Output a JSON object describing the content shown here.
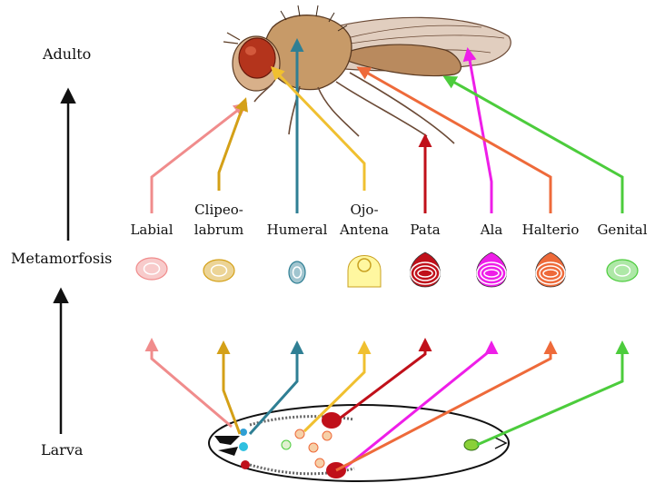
{
  "stages": {
    "adult": "Adulto",
    "metamorphosis": "Metamorfosis",
    "larva": "Larva"
  },
  "discs": [
    {
      "id": "labial",
      "label_lines": [
        "Labial"
      ],
      "color": "#f08c8c"
    },
    {
      "id": "clipeolabrum",
      "label_lines": [
        "Clipeo-",
        "labrum"
      ],
      "color": "#d4a017"
    },
    {
      "id": "humeral",
      "label_lines": [
        "Humeral"
      ],
      "color": "#2f7f94"
    },
    {
      "id": "ojoantena",
      "label_lines": [
        "Ojo-",
        "Antena"
      ],
      "color": "#f0c030"
    },
    {
      "id": "pata",
      "label_lines": [
        "Pata"
      ],
      "color": "#c0101a"
    },
    {
      "id": "ala",
      "label_lines": [
        "Ala"
      ],
      "color": "#ee1ee8"
    },
    {
      "id": "halterio",
      "label_lines": [
        "Halterio"
      ],
      "color": "#ee6a3a"
    },
    {
      "id": "genital",
      "label_lines": [
        "Genital"
      ],
      "color": "#4ccc3c"
    }
  ]
}
